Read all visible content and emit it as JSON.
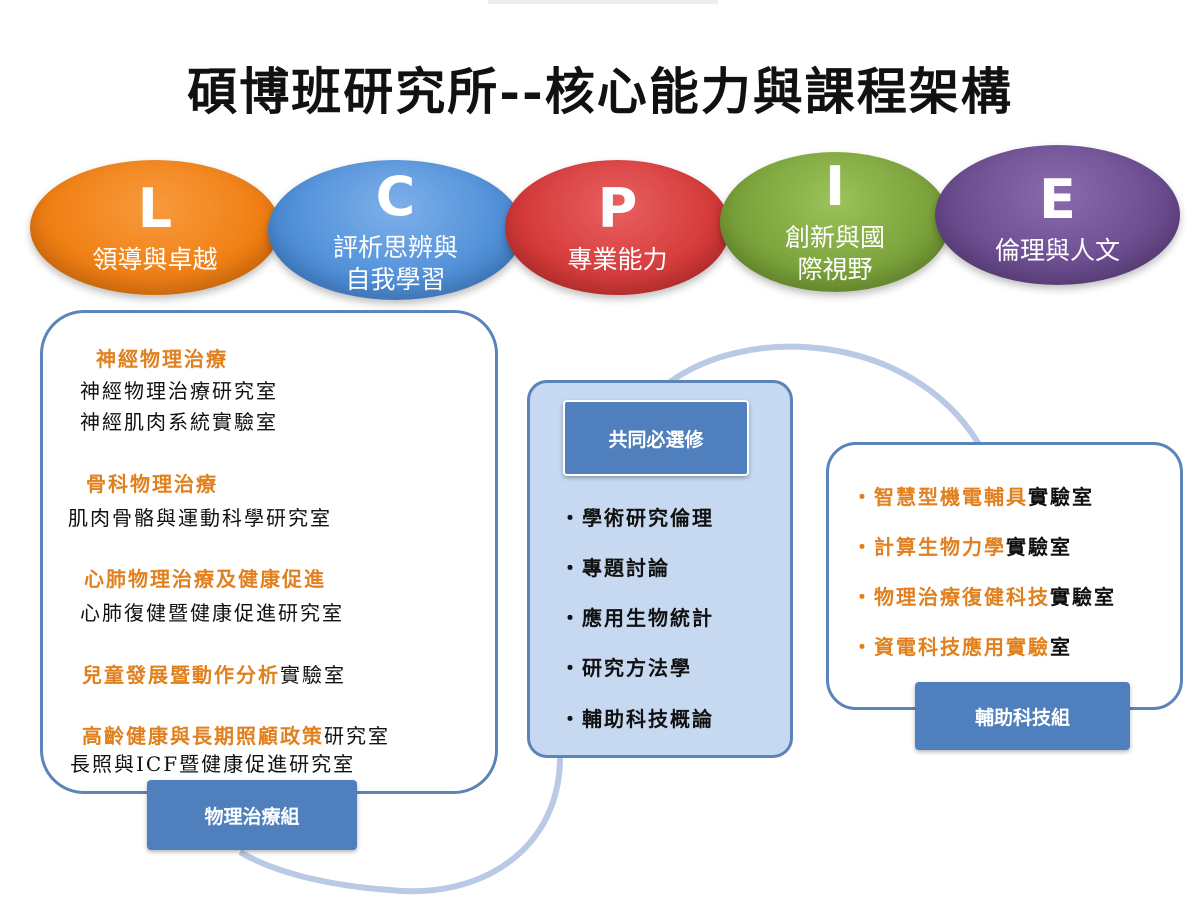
{
  "title": "碩博班研究所--核心能力與課程架構",
  "competencies": [
    {
      "letter": "L",
      "label_lines": [
        "領導與卓越"
      ],
      "color": "#f07f14"
    },
    {
      "letter": "C",
      "label_lines": [
        "評析思辨與",
        "自我學習"
      ],
      "color": "#4f8fd8"
    },
    {
      "letter": "P",
      "label_lines": [
        "專業能力"
      ],
      "color": "#d53a3a"
    },
    {
      "letter": "I",
      "label_lines": [
        "創新與國",
        "際視野"
      ],
      "color": "#7aa23a"
    },
    {
      "letter": "E",
      "label_lines": [
        "倫理與人文"
      ],
      "color": "#6b4c8e"
    }
  ],
  "pt_group": {
    "label": "物理治療組",
    "h1": "神經物理治療",
    "l1": "神經物理治療研究室",
    "l2": "神經肌肉系統實驗室",
    "h2": "骨科物理治療",
    "l3": "肌肉骨骼與運動科學研究室",
    "h3": "心肺物理治療及健康促進",
    "l4": "心肺復健暨健康促進研究室",
    "h4a": "兒童發展暨動作分析",
    "h4b": "實驗室",
    "h5a": "高齡健康與長期照顧政策",
    "h5b": "研究室",
    "l5": "長照與ICF暨健康促進研究室"
  },
  "common": {
    "label": "共同必選修",
    "items": [
      "・學術研究倫理",
      "・專題討論",
      "・應用生物統計",
      "・研究方法學",
      "・輔助科技概論"
    ]
  },
  "at_group": {
    "label": "輔助科技組",
    "items": [
      {
        "bullet": "・",
        "orange": "智慧型機電輔具",
        "black": "實驗室"
      },
      {
        "bullet": "・",
        "orange": "計算生物力學",
        "black": "實驗室"
      },
      {
        "bullet": "・",
        "orange": "物理治療復健科技",
        "black": "實驗室"
      },
      {
        "bullet": "・",
        "orange": "資電科技應用實驗",
        "black": "室"
      }
    ]
  }
}
